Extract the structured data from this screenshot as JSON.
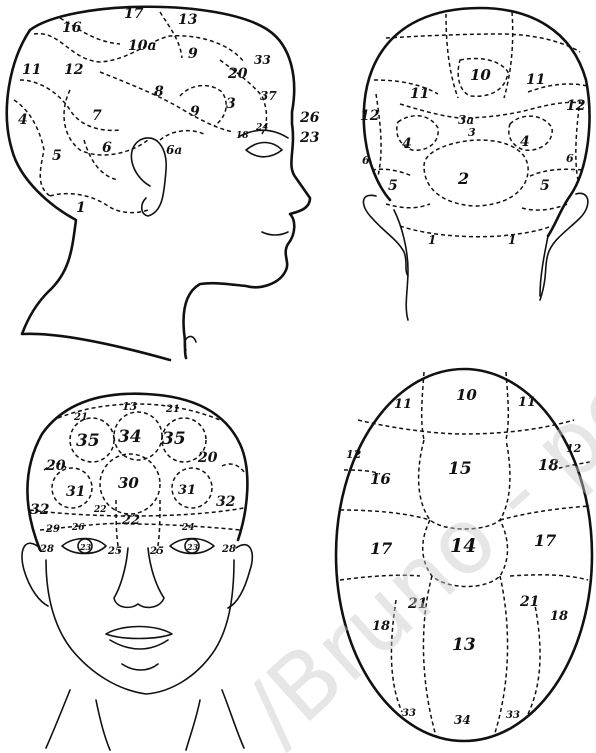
{
  "figures": {
    "side": {
      "labels": [
        {
          "t": "16",
          "k": "a"
        },
        {
          "t": "17",
          "k": "b"
        },
        {
          "t": "13",
          "k": "c"
        },
        {
          "t": "10a",
          "k": "d"
        },
        {
          "t": "9",
          "k": "e"
        },
        {
          "t": "11",
          "k": "f"
        },
        {
          "t": "12",
          "k": "g"
        },
        {
          "t": "33",
          "k": "h"
        },
        {
          "t": "20",
          "k": "i"
        },
        {
          "t": "8",
          "k": "j"
        },
        {
          "t": "37",
          "k": "k"
        },
        {
          "t": "26",
          "k": "l"
        },
        {
          "t": "23",
          "k": "m"
        },
        {
          "t": "4",
          "k": "n"
        },
        {
          "t": "7",
          "k": "o"
        },
        {
          "t": "9",
          "k": "p"
        },
        {
          "t": "3",
          "k": "q"
        },
        {
          "t": "5",
          "k": "r"
        },
        {
          "t": "6",
          "k": "s"
        },
        {
          "t": "6a",
          "k": "t"
        },
        {
          "t": "1",
          "k": "u"
        },
        {
          "t": "18",
          "k": "v"
        },
        {
          "t": "24",
          "k": "w"
        }
      ]
    },
    "back": {
      "labels": [
        {
          "t": "10",
          "k": "a"
        },
        {
          "t": "11",
          "k": "b"
        },
        {
          "t": "11",
          "k": "c"
        },
        {
          "t": "12",
          "k": "d"
        },
        {
          "t": "12",
          "k": "e"
        },
        {
          "t": "3a",
          "k": "f"
        },
        {
          "t": "4",
          "k": "g"
        },
        {
          "t": "4",
          "k": "h"
        },
        {
          "t": "3",
          "k": "i"
        },
        {
          "t": "2",
          "k": "j"
        },
        {
          "t": "5",
          "k": "k"
        },
        {
          "t": "5",
          "k": "l"
        },
        {
          "t": "1",
          "k": "m"
        },
        {
          "t": "1",
          "k": "n"
        },
        {
          "t": "6",
          "k": "o"
        },
        {
          "t": "6",
          "k": "p"
        }
      ]
    },
    "front": {
      "labels": [
        {
          "t": "21",
          "k": "a"
        },
        {
          "t": "13",
          "k": "b"
        },
        {
          "t": "21",
          "k": "c"
        },
        {
          "t": "35",
          "k": "d"
        },
        {
          "t": "34",
          "k": "e"
        },
        {
          "t": "35",
          "k": "f"
        },
        {
          "t": "20",
          "k": "g"
        },
        {
          "t": "20",
          "k": "h"
        },
        {
          "t": "31",
          "k": "i"
        },
        {
          "t": "30",
          "k": "j"
        },
        {
          "t": "31",
          "k": "k"
        },
        {
          "t": "32",
          "k": "l"
        },
        {
          "t": "32",
          "k": "m"
        },
        {
          "t": "22",
          "k": "n"
        },
        {
          "t": "22",
          "k": "o"
        },
        {
          "t": "29",
          "k": "p"
        },
        {
          "t": "26",
          "k": "q"
        },
        {
          "t": "28",
          "k": "r"
        },
        {
          "t": "25",
          "k": "s"
        },
        {
          "t": "25",
          "k": "t"
        },
        {
          "t": "28",
          "k": "u"
        },
        {
          "t": "24",
          "k": "v"
        },
        {
          "t": "23",
          "k": "w"
        },
        {
          "t": "23",
          "k": "x"
        }
      ]
    },
    "top": {
      "labels": [
        {
          "t": "10",
          "k": "a"
        },
        {
          "t": "11",
          "k": "b"
        },
        {
          "t": "11",
          "k": "c"
        },
        {
          "t": "12",
          "k": "d"
        },
        {
          "t": "12",
          "k": "e"
        },
        {
          "t": "16",
          "k": "f"
        },
        {
          "t": "15",
          "k": "g"
        },
        {
          "t": "18",
          "k": "h"
        },
        {
          "t": "17",
          "k": "i"
        },
        {
          "t": "14",
          "k": "j"
        },
        {
          "t": "17",
          "k": "k"
        },
        {
          "t": "21",
          "k": "l"
        },
        {
          "t": "21",
          "k": "m"
        },
        {
          "t": "18",
          "k": "n"
        },
        {
          "t": "18",
          "k": "o"
        },
        {
          "t": "13",
          "k": "p"
        },
        {
          "t": "33",
          "k": "q"
        },
        {
          "t": "34",
          "k": "r"
        },
        {
          "t": "33",
          "k": "s"
        }
      ]
    }
  },
  "watermark": {
    "text": "/Bruno - por"
  }
}
